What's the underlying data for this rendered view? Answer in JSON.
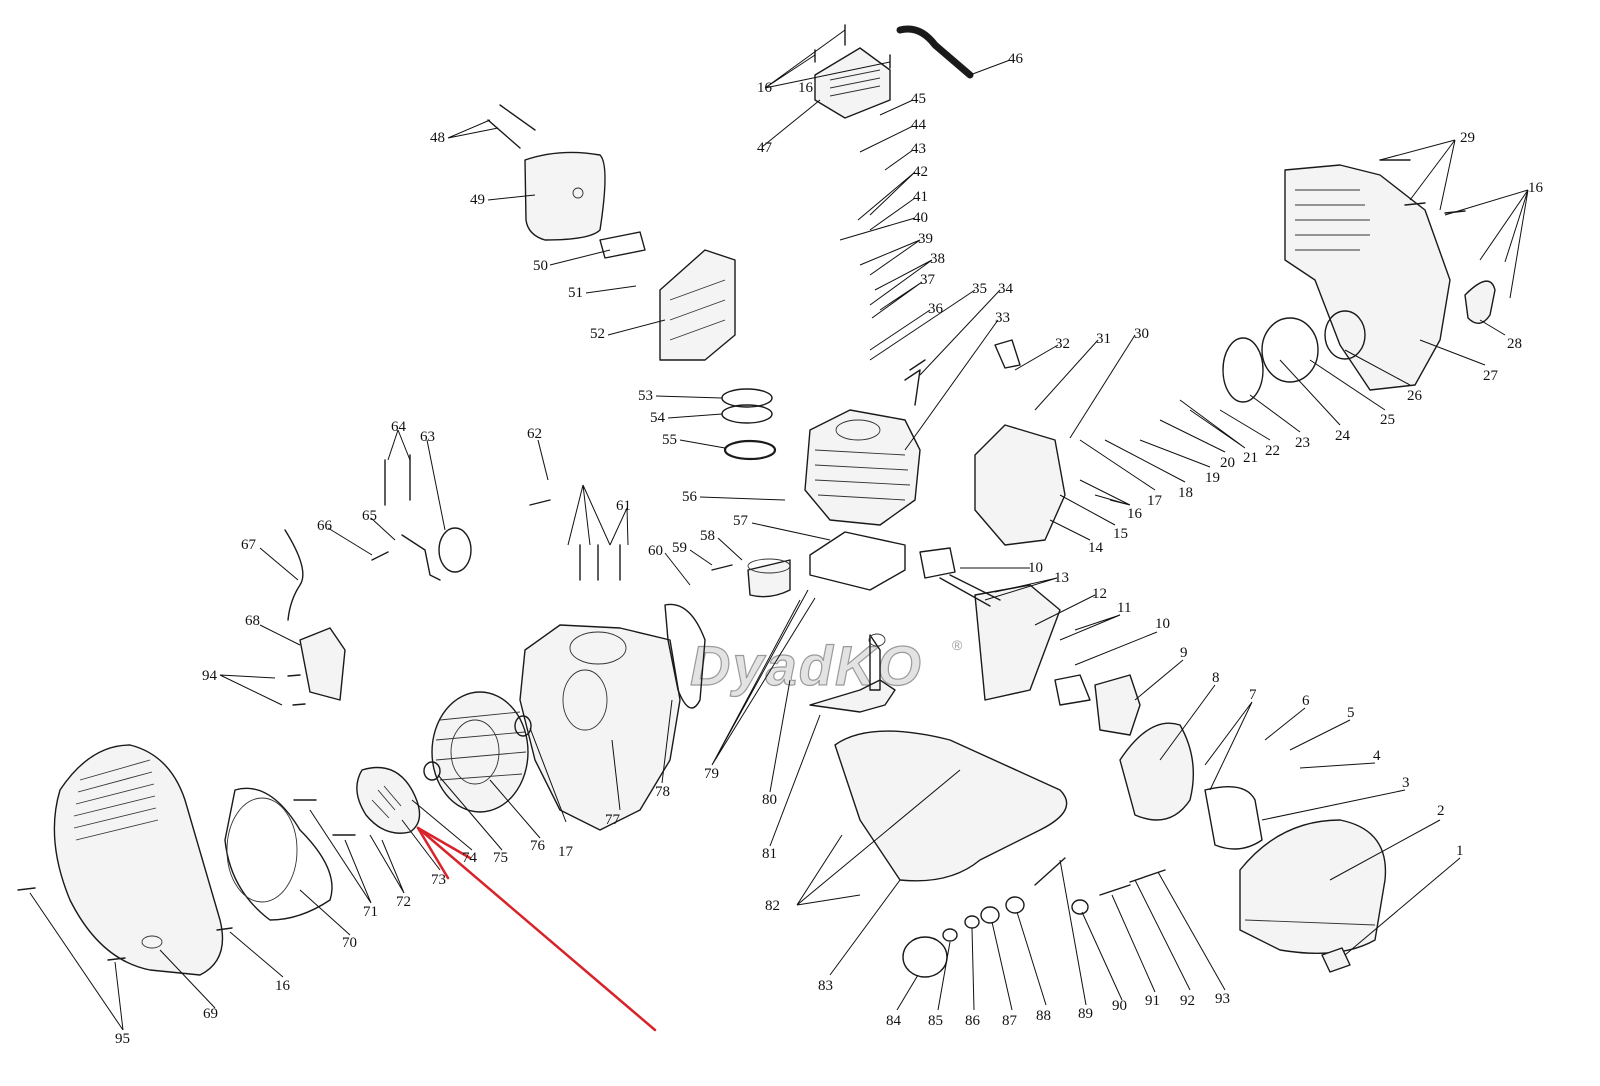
{
  "watermark": {
    "text": "DyadKO",
    "mark": "®"
  },
  "callouts": [
    "1",
    "2",
    "3",
    "4",
    "5",
    "6",
    "7",
    "8",
    "9",
    "10",
    "10",
    "11",
    "12",
    "13",
    "14",
    "15",
    "16",
    "16",
    "16",
    "16",
    "16",
    "17",
    "17",
    "18",
    "19",
    "20",
    "21",
    "22",
    "23",
    "24",
    "25",
    "26",
    "27",
    "28",
    "29",
    "30",
    "31",
    "32",
    "33",
    "34",
    "35",
    "36",
    "37",
    "38",
    "39",
    "40",
    "41",
    "42",
    "43",
    "44",
    "45",
    "46",
    "47",
    "48",
    "49",
    "50",
    "51",
    "52",
    "53",
    "54",
    "55",
    "56",
    "57",
    "58",
    "59",
    "60",
    "61",
    "62",
    "63",
    "64",
    "65",
    "66",
    "67",
    "68",
    "69",
    "70",
    "71",
    "72",
    "73",
    "74",
    "75",
    "76",
    "77",
    "78",
    "79",
    "80",
    "81",
    "82",
    "83",
    "84",
    "85",
    "86",
    "87",
    "88",
    "89",
    "90",
    "91",
    "92",
    "93",
    "94",
    "95"
  ],
  "annotation": {
    "type": "arrow",
    "color": "#d8232a",
    "target": "73"
  }
}
